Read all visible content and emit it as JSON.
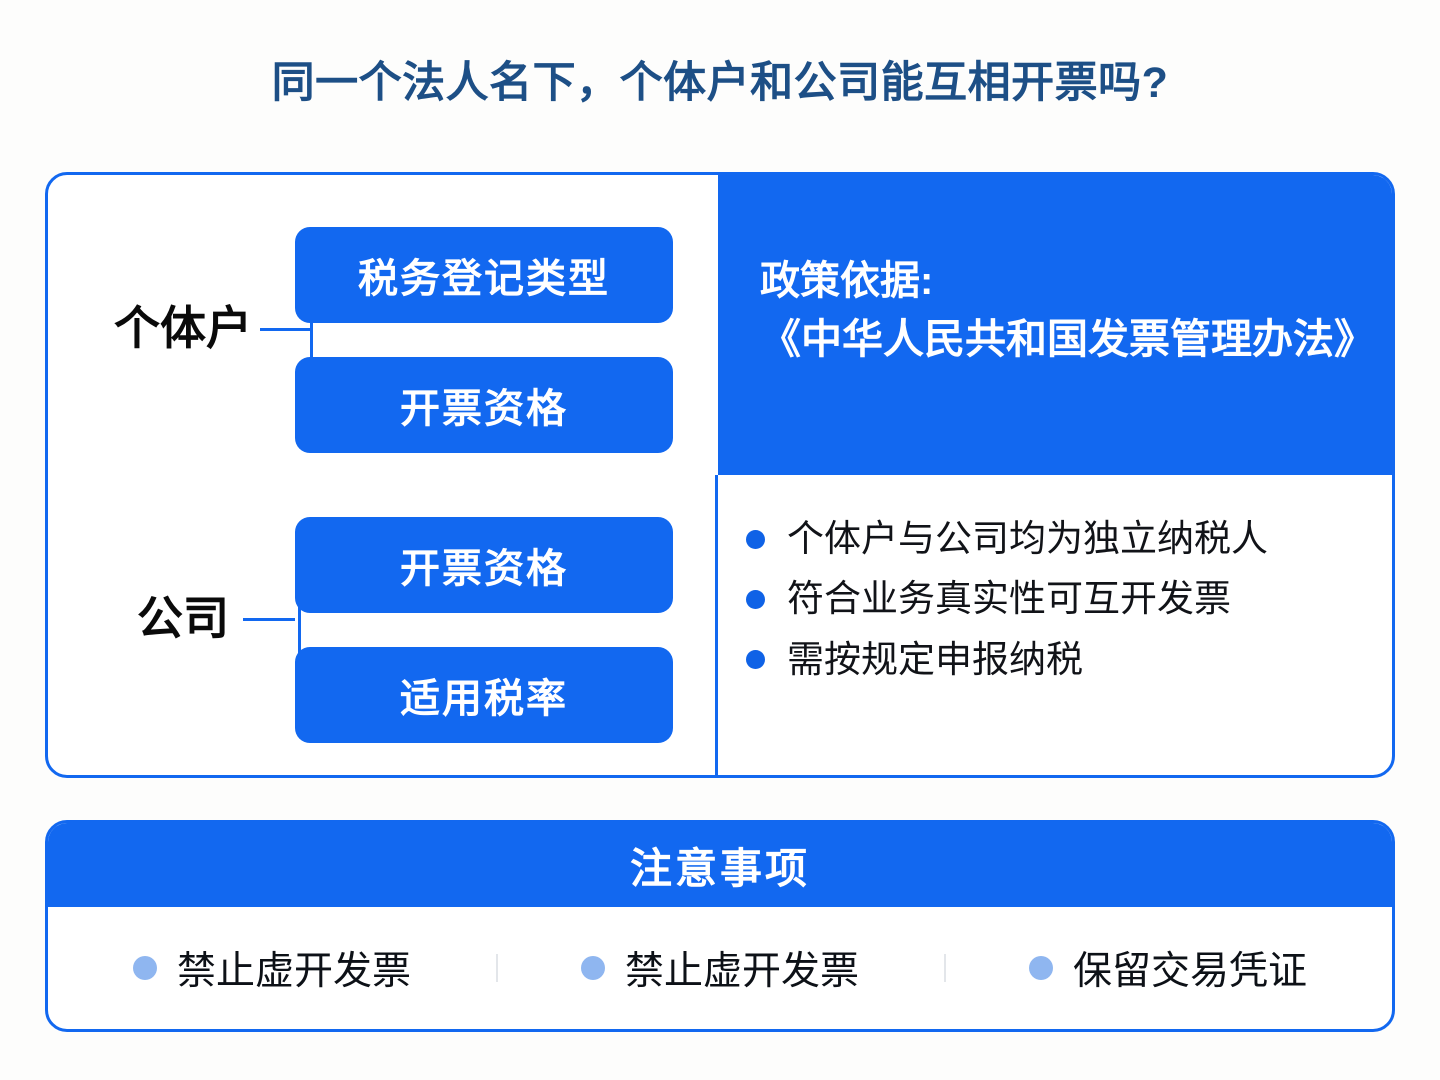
{
  "title": "同一个法人名下，个体户和公司能互相开票吗?",
  "colors": {
    "brand_blue": "#1268f0",
    "title_navy": "#1d4f86",
    "bullet_blue": "#0f62e6",
    "bullet_light_blue": "#8fb6f0",
    "page_background": "#fdfdfc"
  },
  "main_card": {
    "left_groups": [
      {
        "label": "个体户",
        "boxes": [
          "税务登记类型",
          "开票资格"
        ]
      },
      {
        "label": "公司",
        "boxes": [
          "开票资格",
          "适用税率"
        ]
      }
    ],
    "policy": {
      "heading": "政策依据:",
      "document": "《中华人民共和国发票管理办法》"
    },
    "facts": [
      "个体户与公司均为独立纳税人",
      "符合业务真实性可互开发票",
      "需按规定申报纳税"
    ]
  },
  "notice_card": {
    "heading": "注意事项",
    "items": [
      "禁止虚开发票",
      "禁止虚开发票",
      "保留交易凭证"
    ]
  }
}
